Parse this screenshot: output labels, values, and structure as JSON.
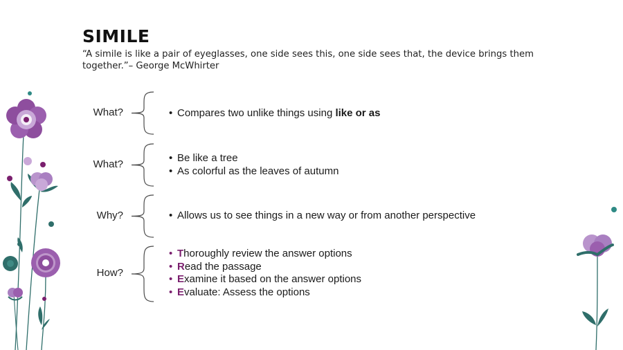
{
  "slide": {
    "title": "SIMILE",
    "quote": "“A simile is like a pair of eyeglasses, one side sees this, one side sees that, the device brings them together.”– George McWhirter"
  },
  "rows": [
    {
      "label": "What?",
      "bullets": [
        {
          "text": "Compares two unlike things using ",
          "bold": "like or as"
        }
      ]
    },
    {
      "label": "What?",
      "bullets": [
        {
          "text": "Be like a tree"
        },
        {
          "text": "As colorful as the leaves of autumn"
        }
      ]
    },
    {
      "label": "Why?",
      "bullets": [
        {
          "text": "Allows us to see things in a new way or from another perspective"
        }
      ]
    },
    {
      "label": "How?",
      "bullets": [
        {
          "first": "T",
          "rest": "horoughly review the answer options"
        },
        {
          "first": "R",
          "rest": "ead the passage"
        },
        {
          "first": "E",
          "rest": "xamine it based on the answer options"
        },
        {
          "first": "E",
          "rest": "valuate: Assess the options"
        }
      ]
    }
  ],
  "colors": {
    "accent": "#7a1f6e",
    "petal": "#a97fc1",
    "leaf": "#2f6e6a"
  },
  "icons": [
    "flower-icon",
    "leaf-icon",
    "bracket-icon"
  ]
}
